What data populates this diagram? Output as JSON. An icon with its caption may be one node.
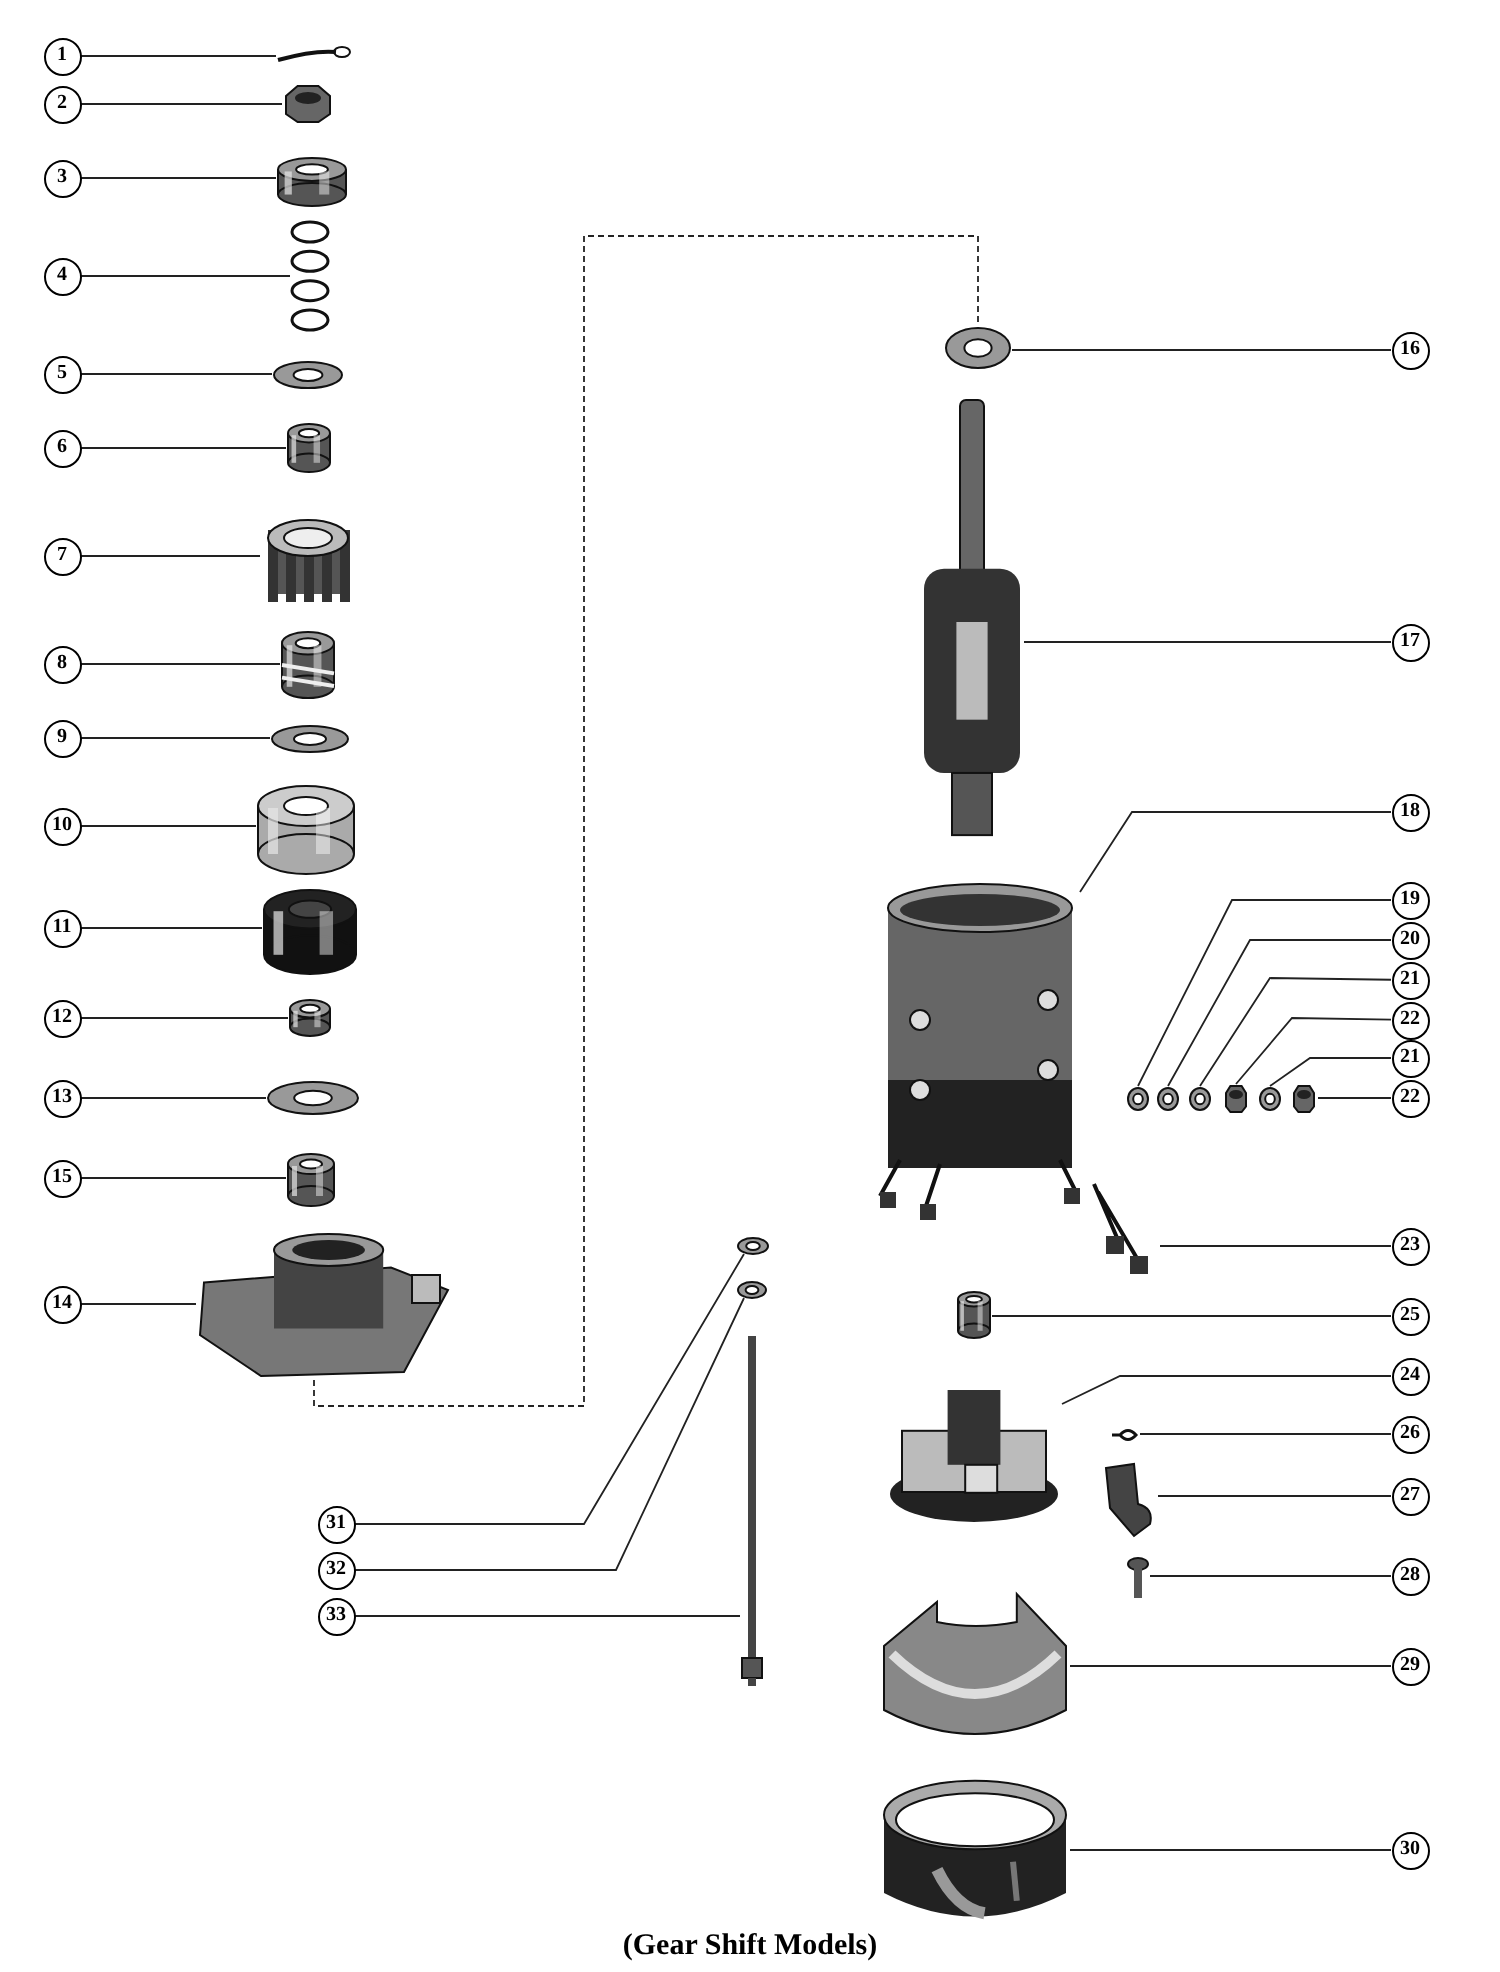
{
  "diagram": {
    "caption": "(Gear Shift Models)",
    "nodes": [
      {
        "text": [
          "1"
        ]
      },
      {
        "text": [
          "2"
        ]
      },
      {
        "text": [
          "3"
        ]
      },
      {
        "text": [
          "4"
        ]
      },
      {
        "text": [
          "5"
        ]
      },
      {
        "text": [
          "6"
        ]
      },
      {
        "text": [
          "7"
        ]
      },
      {
        "text": [
          "8"
        ]
      },
      {
        "text": [
          "9"
        ]
      },
      {
        "text": [
          "10"
        ]
      },
      {
        "text": [
          "11"
        ]
      },
      {
        "text": [
          "12"
        ]
      },
      {
        "text": [
          "13"
        ]
      },
      {
        "text": [
          "15"
        ]
      },
      {
        "text": [
          "14"
        ]
      },
      {
        "text": [
          "16"
        ]
      },
      {
        "text": [
          "17"
        ]
      },
      {
        "text": [
          "18"
        ]
      },
      {
        "text": [
          "19"
        ]
      },
      {
        "text": [
          "20"
        ]
      },
      {
        "text": [
          "21"
        ]
      },
      {
        "text": [
          "22"
        ]
      },
      {
        "text": [
          "21"
        ]
      },
      {
        "text": [
          "22"
        ]
      },
      {
        "text": [
          "23"
        ]
      },
      {
        "text": [
          "25"
        ]
      },
      {
        "text": [
          "24"
        ]
      },
      {
        "text": [
          "26"
        ]
      },
      {
        "text": [
          "27"
        ]
      },
      {
        "text": [
          "28"
        ]
      },
      {
        "text": [
          "29"
        ]
      },
      {
        "text": [
          "30"
        ]
      },
      {
        "text": [
          "31"
        ]
      },
      {
        "text": [
          "32"
        ]
      },
      {
        "text": [
          "33"
        ]
      },
      {
        "text": [],
        "shape": "picture"
      },
      {
        "text": [],
        "shape": "picture"
      },
      {
        "text": [],
        "shape": "picture"
      },
      {
        "text": [],
        "shape": "picture"
      },
      {
        "text": [],
        "shape": "picture"
      },
      {
        "text": [],
        "shape": "picture"
      },
      {
        "text": [],
        "shape": "picture"
      },
      {
        "text": [],
        "shape": "picture"
      },
      {
        "text": [],
        "shape": "picture"
      },
      {
        "text": [],
        "shape": "picture"
      },
      {
        "text": [],
        "shape": "picture"
      },
      {
        "text": [],
        "shape": "picture"
      },
      {
        "text": [],
        "shape": "picture"
      },
      {
        "text": [],
        "shape": "picture"
      },
      {
        "text": [],
        "shape": "picture"
      },
      {
        "text": [],
        "shape": "picture"
      },
      {
        "text": [],
        "shape": "picture"
      },
      {
        "text": [],
        "shape": "picture"
      },
      {
        "text": [],
        "shape": "picture"
      },
      {
        "text": [],
        "shape": "picture"
      },
      {
        "text": [],
        "shape": "picture"
      },
      {
        "text": [],
        "shape": "picture"
      },
      {
        "text": [],
        "shape": "picture"
      },
      {
        "text": [],
        "shape": "picture"
      },
      {
        "text": [],
        "shape": "picture"
      },
      {
        "text": [],
        "shape": "picture"
      },
      {
        "text": [],
        "shape": "picture"
      },
      {
        "text": [],
        "shape": "picture"
      },
      {
        "text": [],
        "shape": "picture"
      },
      {
        "text": [],
        "shape": "picture"
      },
      {
        "text": [],
        "shape": "picture"
      },
      {
        "text": [],
        "shape": "picture"
      },
      {
        "text": [],
        "shape": "picture"
      },
      {
        "text": [],
        "shape": "picture"
      },
      {
        "text": [],
        "shape": "picture"
      }
    ],
    "edges": [
      {
        "from": 0,
        "to": 35,
        "arrow": "none"
      },
      {
        "from": 1,
        "to": 36,
        "arrow": "none"
      },
      {
        "from": 2,
        "to": 37,
        "arrow": "none"
      },
      {
        "from": 3,
        "to": 38,
        "arrow": "none"
      },
      {
        "from": 4,
        "to": 39,
        "arrow": "none"
      },
      {
        "from": 5,
        "to": 40,
        "arrow": "none"
      },
      {
        "from": 6,
        "to": 41,
        "arrow": "none"
      },
      {
        "from": 7,
        "to": 42,
        "arrow": "none"
      },
      {
        "from": 8,
        "to": 43,
        "arrow": "none"
      },
      {
        "from": 9,
        "to": 44,
        "arrow": "none"
      },
      {
        "from": 10,
        "to": 45,
        "arrow": "none"
      },
      {
        "from": 11,
        "to": 46,
        "arrow": "none"
      },
      {
        "from": 12,
        "to": 47,
        "arrow": "none"
      },
      {
        "from": 13,
        "to": 48,
        "arrow": "none"
      },
      {
        "from": 14,
        "to": 49,
        "arrow": "none"
      },
      {
        "from": 15,
        "to": 50,
        "arrow": "none"
      },
      {
        "from": 16,
        "to": 51,
        "arrow": "none"
      },
      {
        "from": 17,
        "to": 52,
        "arrow": "none"
      },
      {
        "from": 18,
        "to": 53,
        "arrow": "none"
      },
      {
        "from": 19,
        "to": 54,
        "arrow": "none"
      },
      {
        "from": 20,
        "to": 55,
        "arrow": "none"
      },
      {
        "from": 21,
        "to": 56,
        "arrow": "none"
      },
      {
        "from": 22,
        "to": 57,
        "arrow": "none"
      },
      {
        "from": 23,
        "to": 58,
        "arrow": "none"
      },
      {
        "from": 24,
        "to": 59,
        "arrow": "none"
      },
      {
        "from": 25,
        "to": 60,
        "arrow": "none"
      },
      {
        "from": 26,
        "to": 61,
        "arrow": "none"
      },
      {
        "from": 27,
        "to": 62,
        "arrow": "none"
      },
      {
        "from": 28,
        "to": 63,
        "arrow": "none"
      },
      {
        "from": 29,
        "to": 64,
        "arrow": "none"
      },
      {
        "from": 30,
        "to": 65,
        "arrow": "none"
      },
      {
        "from": 31,
        "to": 66,
        "arrow": "none"
      },
      {
        "from": 32,
        "to": 67,
        "arrow": "none"
      },
      {
        "from": 33,
        "to": 68,
        "arrow": "none"
      },
      {
        "from": 34,
        "to": 69,
        "arrow": "none"
      },
      {
        "from": 49,
        "to": 50,
        "arrow": "none",
        "style": "dashed"
      }
    ]
  }
}
